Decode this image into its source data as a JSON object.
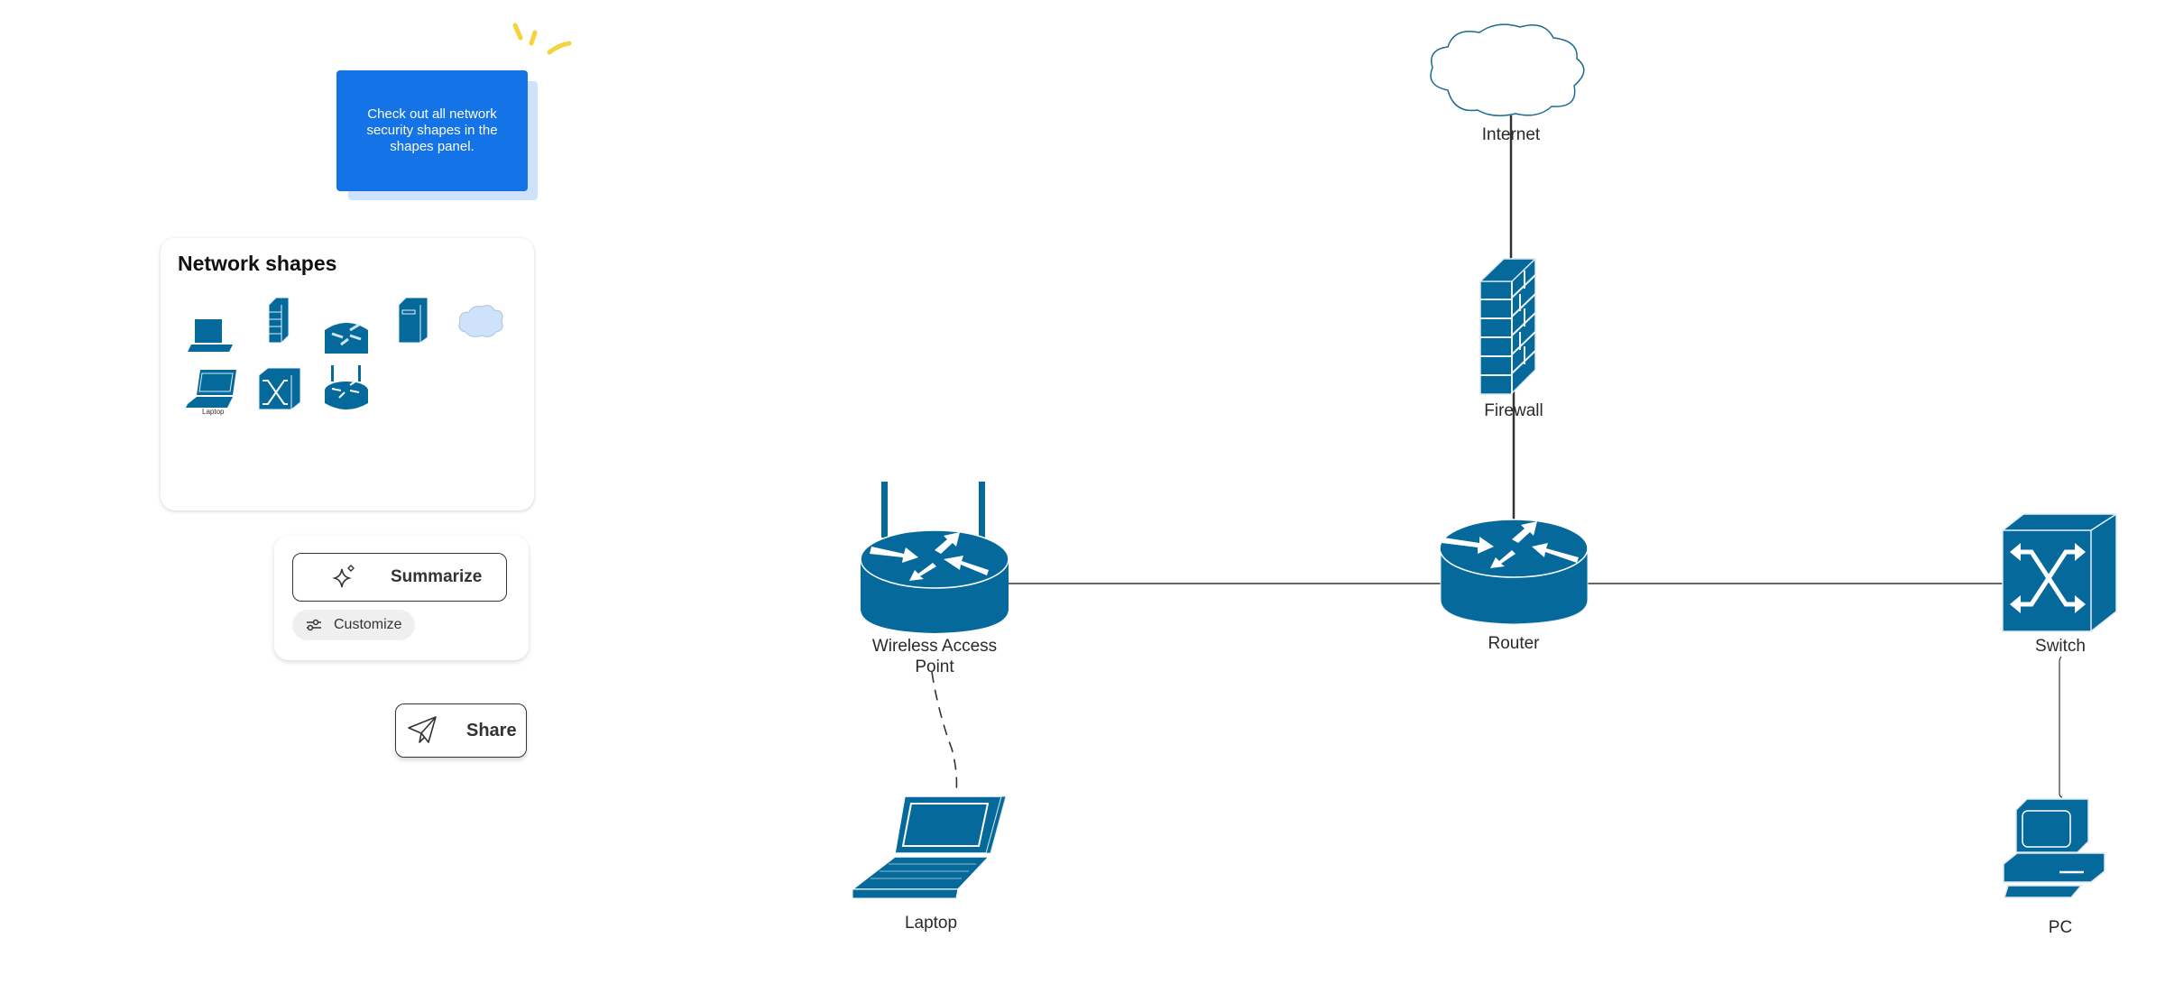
{
  "callout": {
    "text": "Check out all network security shapes in the shapes panel."
  },
  "shapes_panel": {
    "title": "Network shapes",
    "items": [
      {
        "icon": "pc-icon",
        "label": ""
      },
      {
        "icon": "firewall-icon",
        "label": ""
      },
      {
        "icon": "router-icon",
        "label": ""
      },
      {
        "icon": "server-icon",
        "label": ""
      },
      {
        "icon": "cloud-icon",
        "label": ""
      },
      {
        "icon": "laptop-icon",
        "label": "Laptop"
      },
      {
        "icon": "switch-icon",
        "label": ""
      },
      {
        "icon": "wireless-access-point-icon",
        "label": ""
      }
    ]
  },
  "ai_actions": {
    "summarize_label": "Summarize",
    "customize_label": "Customize"
  },
  "share": {
    "label": "Share"
  },
  "diagram": {
    "colors": {
      "device": "#05699c",
      "line": "#333333",
      "cloud_stroke": "#1c6a93"
    },
    "nodes": {
      "internet": "Internet",
      "firewall": "Firewall",
      "router": "Router",
      "wap_line1": "Wireless Access",
      "wap_line2": "Point",
      "switch": "Switch",
      "laptop": "Laptop",
      "pc": "PC"
    },
    "connections": [
      {
        "from": "Internet",
        "to": "Firewall",
        "style": "solid"
      },
      {
        "from": "Firewall",
        "to": "Router",
        "style": "solid"
      },
      {
        "from": "Router",
        "to": "Wireless Access Point",
        "style": "solid"
      },
      {
        "from": "Router",
        "to": "Switch",
        "style": "solid"
      },
      {
        "from": "Switch",
        "to": "PC",
        "style": "solid"
      },
      {
        "from": "Wireless Access Point",
        "to": "Laptop",
        "style": "dashed"
      }
    ]
  }
}
